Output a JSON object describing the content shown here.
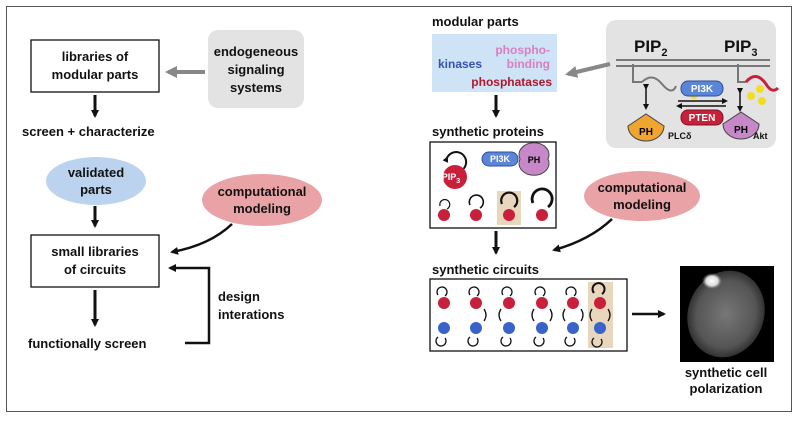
{
  "left": {
    "libraries_line1": "libraries of",
    "libraries_line2": "modular parts",
    "endogenous_line1": "endogeneous",
    "endogenous_line2": "signaling",
    "endogenous_line3": "systems",
    "screen_label": "screen + characterize",
    "validated_line1": "validated",
    "validated_line2": "parts",
    "comp_line1": "computational",
    "comp_line2": "modeling",
    "small_line1": "small libraries",
    "small_line2": "of circuits",
    "design_line1": "design",
    "design_line2": "interations",
    "functional_label": "functionally screen"
  },
  "right": {
    "modular_title": "modular parts",
    "kinases": "kinases",
    "phospho_line1": "phospho-",
    "phospho_line2": "binding",
    "phosphatases": "phosphatases",
    "pip2": "PIP",
    "pip2_sub": "2",
    "pip3": "PIP",
    "pip3_sub": "3",
    "pi3k": "PI3K",
    "pten": "PTEN",
    "ph": "PH",
    "plc": "PLCδ",
    "akt": "Akt",
    "synthetic_proteins": "synthetic proteins",
    "pip3_ball": "PIP",
    "pip3_ball_sub": "3",
    "comp_line1": "computational",
    "comp_line2": "modeling",
    "synthetic_circuits": "synthetic circuits",
    "polar_line1": "synthetic cell",
    "polar_line2": "polarization"
  },
  "colors": {
    "red": "#c8203a",
    "blue": "#3a63c7",
    "pink_ellipse": "#e9a3a6",
    "blue_ellipse": "#bcd3f0",
    "gray_box": "#e3e3e3",
    "parts_box": "#cfe3f6",
    "kinases_text": "#3553b5",
    "phospho_text": "#d77fc0",
    "phosphatases_text": "#b0182e",
    "ph_orange": "#f0a531",
    "ph_purple": "#c788c9",
    "yellow_dot": "#f2de1f",
    "highlight": "#e8d6bd"
  }
}
